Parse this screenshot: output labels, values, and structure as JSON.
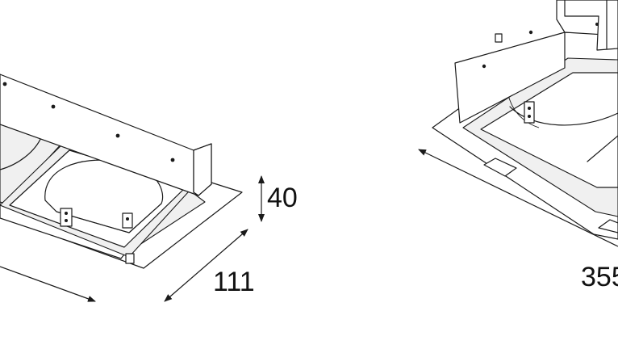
{
  "diagram": {
    "left_view": {
      "dimensions": {
        "height": "40",
        "depth": "111"
      }
    },
    "right_view": {
      "dimensions": {
        "width_partial": "355"
      }
    },
    "colors": {
      "line": "#1a1a1a",
      "background": "#ffffff"
    }
  }
}
